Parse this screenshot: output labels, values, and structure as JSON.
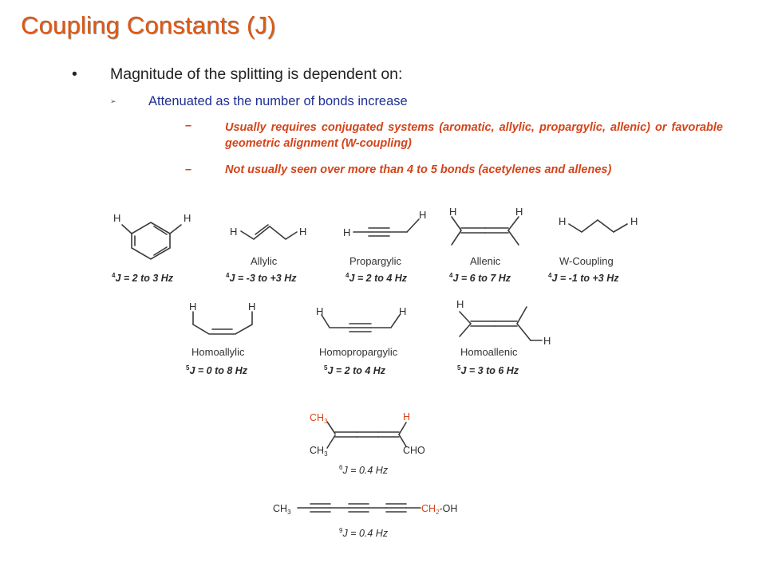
{
  "slide": {
    "title": "Coupling Constants (J)",
    "bullet": "Magnitude of the splitting is dependent on:",
    "sub_bullet": "Attenuated as the number of bonds increase",
    "points": [
      "Usually requires conjugated systems (aromatic, allylic, propargylic, allenic) or favorable geometric alignment (W-coupling)",
      "Not usually seen over more than 4 to 5 bonds (acetylenes and allenes)"
    ]
  },
  "structures": {
    "aromatic": {
      "sup": "4",
      "j": "J = 2 to 3 Hz"
    },
    "allylic": {
      "name": "Allylic",
      "sup": "4",
      "j": "J = -3 to +3 Hz"
    },
    "propargylic": {
      "name": "Propargylic",
      "sup": "4",
      "j": "J = 2 to 4 Hz"
    },
    "allenic": {
      "name": "Allenic",
      "sup": "4",
      "j": "J = 6 to 7 Hz"
    },
    "wcoupling": {
      "name": "W-Coupling",
      "sup": "4",
      "j": "J = -1 to +3 Hz"
    },
    "homoallylic": {
      "name": "Homoallylic",
      "sup": "5",
      "j": "J = 0 to 8 Hz"
    },
    "homopropargylic": {
      "name": "Homopropargylic",
      "sup": "5",
      "j": "J = 2 to 4 Hz"
    },
    "homoallenic": {
      "name": "Homoallenic",
      "sup": "5",
      "j": "J = 3 to 6 Hz"
    },
    "cumulene": {
      "sup": "6",
      "j": "J = 0.4 Hz",
      "ch3_top": "CH",
      "ch3_bottom": "CH",
      "sub3": "3",
      "h": "H",
      "cho": "CHO"
    },
    "polyyne": {
      "sup": "9",
      "j": "J = 0.4 Hz",
      "ch3": "CH",
      "sub3": "3",
      "ch2oh_a": "CH",
      "sub2": "2",
      "ch2oh_b": "-OH"
    },
    "h": "H"
  }
}
